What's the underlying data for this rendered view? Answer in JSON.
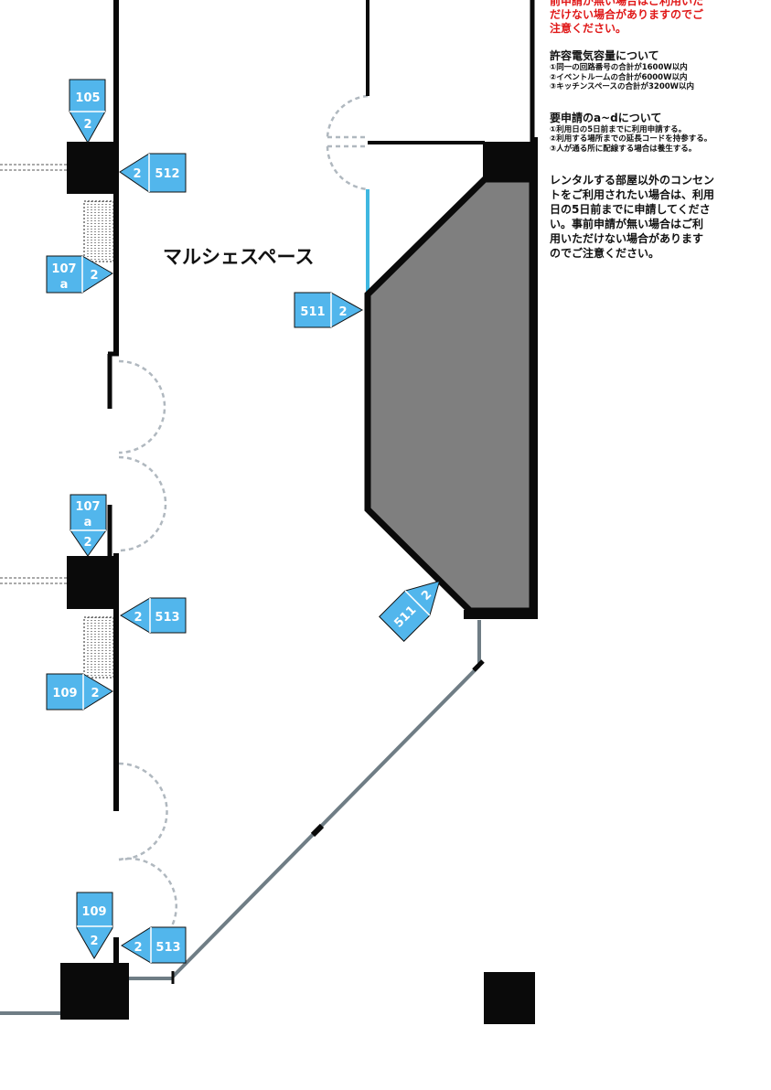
{
  "space_label": "マルシェスペース",
  "notes": {
    "warning_line1": "前申請が無い場合はご利用いた",
    "warning_line2": "だけない場合がありますのでご",
    "warning_line3": "注意ください。",
    "capacity_title": "許容電気容量について",
    "capacity_items": [
      "①同一の回路番号の合計が1600W以内",
      "②イベントルームの合計が6000W以内",
      "③キッチンスペースの合計が3200W以内"
    ],
    "apply_title": "要申請のa~dについて",
    "apply_items": [
      "①利用日の5日前までに利用申請する。",
      "②利用する場所までの延長コードを持参する。",
      "③人が通る所に配線する場合は養生する。"
    ],
    "rental_lines": [
      "レンタルする部屋以外のコンセン",
      "トをご利用されたい場合は、利用",
      "日の5日前までに申請してくださ",
      "い。事前申請が無い場合はご利",
      "用いただけない場合があります",
      "のでご注意ください。"
    ]
  },
  "outlet_tags": {
    "t105": {
      "circuit": "105",
      "count": "2"
    },
    "t512": {
      "circuit": "512",
      "count": "2"
    },
    "t107a_1": {
      "circuit": "107",
      "suffix": "a",
      "count": "2"
    },
    "t511_1": {
      "circuit": "511",
      "count": "2"
    },
    "t107a_2": {
      "circuit": "107",
      "suffix": "a",
      "count": "2"
    },
    "t513_1": {
      "circuit": "513",
      "count": "2"
    },
    "t109_1": {
      "circuit": "109",
      "count": "2"
    },
    "t511_2": {
      "circuit": "511",
      "count": "2"
    },
    "t109_2": {
      "circuit": "109",
      "count": "2"
    },
    "t513_2": {
      "circuit": "513",
      "count": "2"
    }
  },
  "colors": {
    "tag_fill": "#52b6ec",
    "wall": "#0a0a0a",
    "counter_fill": "#7f7f7f",
    "accent_line": "#3fb7e0",
    "thin_wall": "#6f7d85",
    "door_dash": "#b0b8bf"
  }
}
